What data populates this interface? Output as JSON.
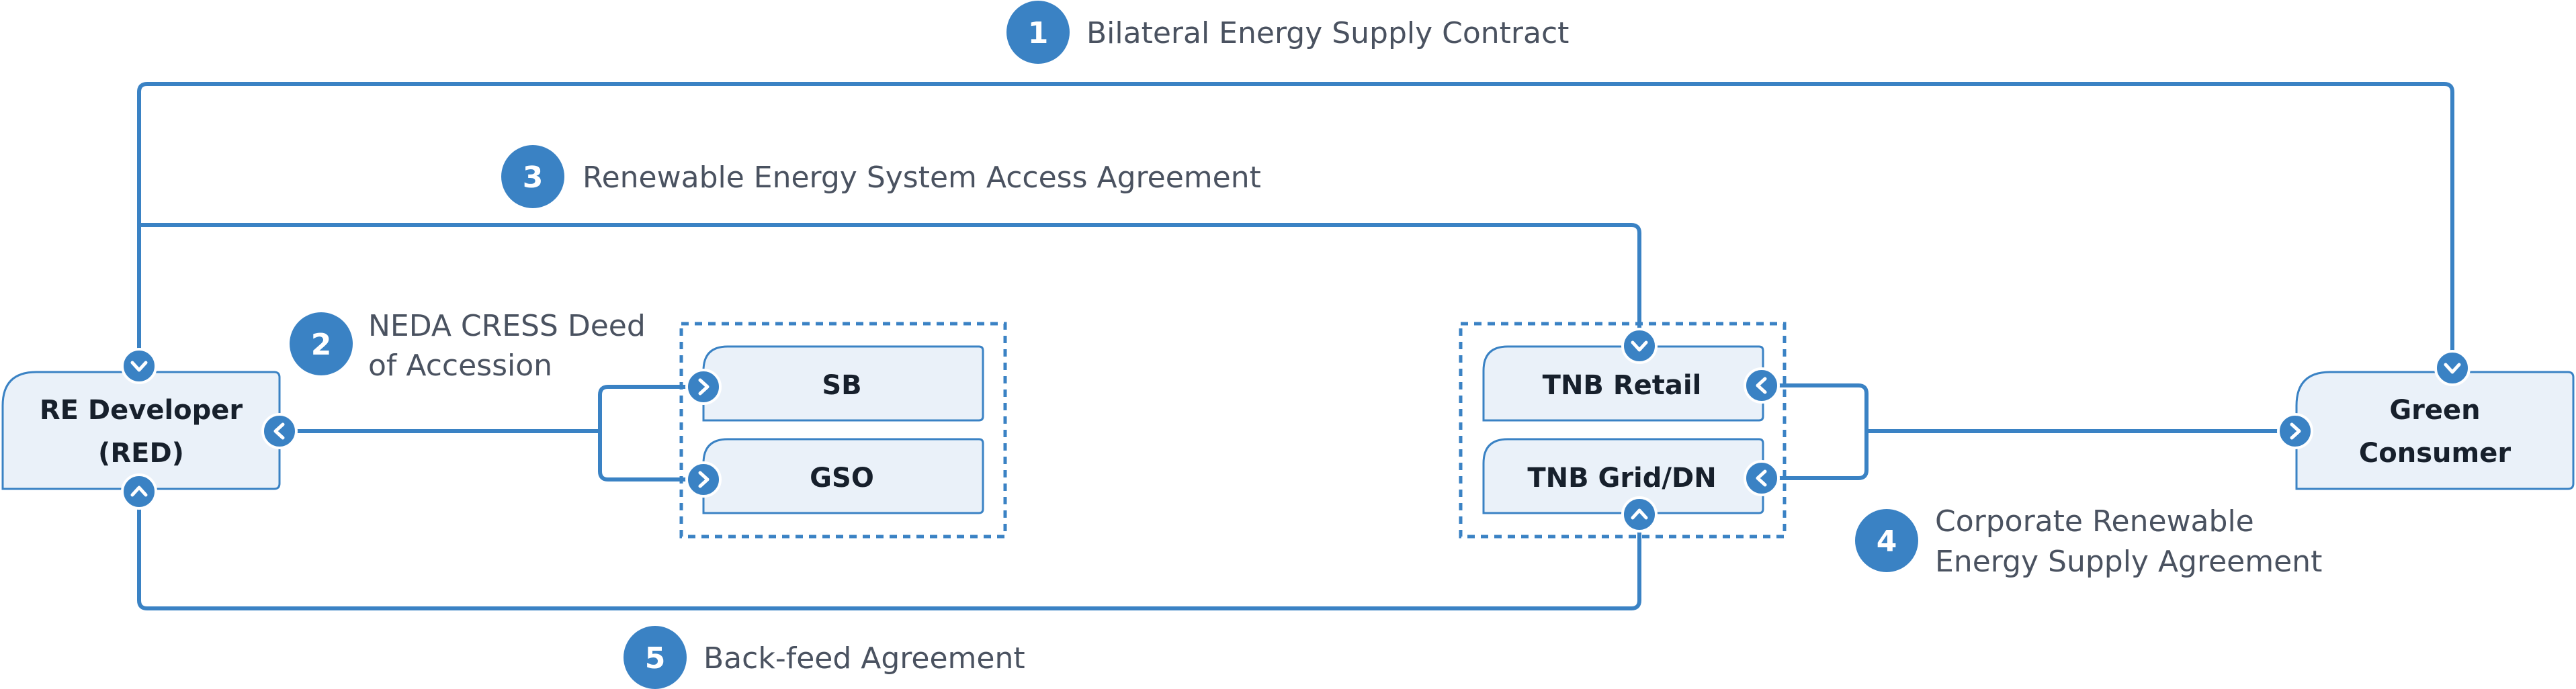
{
  "colors": {
    "line": "#3a82c4",
    "badge": "#3a82c4",
    "node_fill": "#eaf1f9",
    "node_stroke": "#3a82c4",
    "node_text": "#17202c",
    "label_text": "#4a5260"
  },
  "nodes": {
    "red": {
      "line1": "RE Developer",
      "line2": "(RED)"
    },
    "sb": {
      "label": "SB"
    },
    "gso": {
      "label": "GSO"
    },
    "tnb_retail": {
      "label": "TNB Retail"
    },
    "tnb_grid": {
      "label": "TNB Grid/DN"
    },
    "consumer": {
      "line1": "Green",
      "line2": "Consumer"
    }
  },
  "agreements": [
    {
      "number": "1",
      "lines": [
        "Bilateral Energy Supply Contract"
      ]
    },
    {
      "number": "2",
      "lines": [
        "NEDA CRESS Deed",
        "of Accession"
      ]
    },
    {
      "number": "3",
      "lines": [
        "Renewable Energy System Access Agreement"
      ]
    },
    {
      "number": "4",
      "lines": [
        "Corporate Renewable",
        "Energy Supply Agreement"
      ]
    },
    {
      "number": "5",
      "lines": [
        "Back-feed Agreement"
      ]
    }
  ]
}
